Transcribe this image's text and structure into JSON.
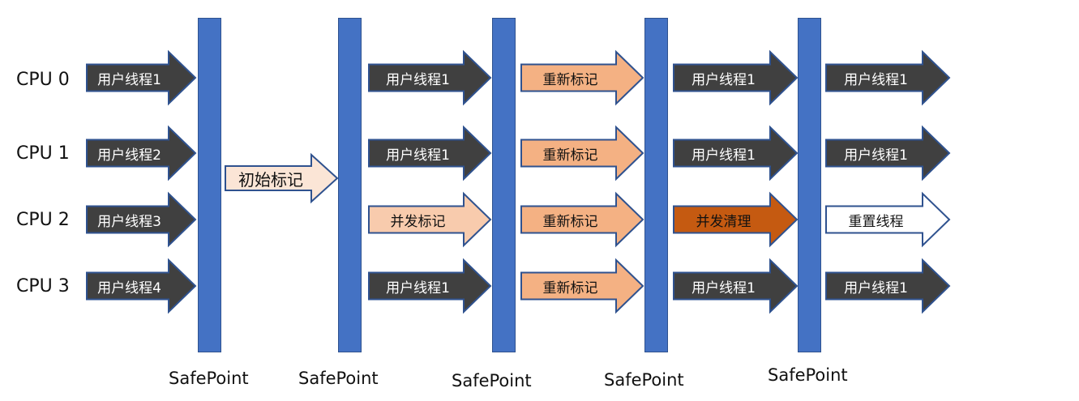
{
  "colors": {
    "bar_fill": "#4472c4",
    "bar_stroke": "#2f528f",
    "dark": "#404040",
    "peach_light": "#fbe5d6",
    "peach_mid": "#f8cbad",
    "peach": "#f4b183",
    "orange_dark": "#c55a11",
    "white": "#ffffff"
  },
  "cpus": [
    "CPU 0",
    "CPU 1",
    "CPU 2",
    "CPU 3"
  ],
  "safepoints": [
    "SafePoint",
    "SafePoint",
    "SafePoint",
    "SafePoint",
    "SafePoint"
  ],
  "phases": [
    {
      "name": "user-threads-initial",
      "arrows": [
        {
          "cpu": 0,
          "label": "用户线程1",
          "style": "dark"
        },
        {
          "cpu": 1,
          "label": "用户线程2",
          "style": "dark"
        },
        {
          "cpu": 2,
          "label": "用户线程3",
          "style": "dark"
        },
        {
          "cpu": 3,
          "label": "用户线程4",
          "style": "dark"
        }
      ]
    },
    {
      "name": "initial-mark",
      "arrows": [
        {
          "cpu": "1.5",
          "label": "初始标记",
          "style": "peach_light"
        }
      ]
    },
    {
      "name": "concurrent-mark",
      "arrows": [
        {
          "cpu": 0,
          "label": "用户线程1",
          "style": "dark"
        },
        {
          "cpu": 1,
          "label": "用户线程1",
          "style": "dark"
        },
        {
          "cpu": 2,
          "label": "并发标记",
          "style": "peach_mid"
        },
        {
          "cpu": 3,
          "label": "用户线程1",
          "style": "dark"
        }
      ]
    },
    {
      "name": "remark",
      "arrows": [
        {
          "cpu": 0,
          "label": "重新标记",
          "style": "peach"
        },
        {
          "cpu": 1,
          "label": "重新标记",
          "style": "peach"
        },
        {
          "cpu": 2,
          "label": "重新标记",
          "style": "peach"
        },
        {
          "cpu": 3,
          "label": "重新标记",
          "style": "peach"
        }
      ]
    },
    {
      "name": "concurrent-sweep",
      "arrows": [
        {
          "cpu": 0,
          "label": "用户线程1",
          "style": "dark"
        },
        {
          "cpu": 1,
          "label": "用户线程1",
          "style": "dark"
        },
        {
          "cpu": 2,
          "label": "并发清理",
          "style": "orange_dark"
        },
        {
          "cpu": 3,
          "label": "用户线程1",
          "style": "dark"
        }
      ]
    },
    {
      "name": "reset",
      "arrows": [
        {
          "cpu": 0,
          "label": "用户线程1",
          "style": "dark"
        },
        {
          "cpu": 1,
          "label": "用户线程1",
          "style": "dark"
        },
        {
          "cpu": 2,
          "label": "重置线程",
          "style": "white"
        },
        {
          "cpu": 3,
          "label": "用户线程1",
          "style": "dark"
        }
      ]
    }
  ]
}
